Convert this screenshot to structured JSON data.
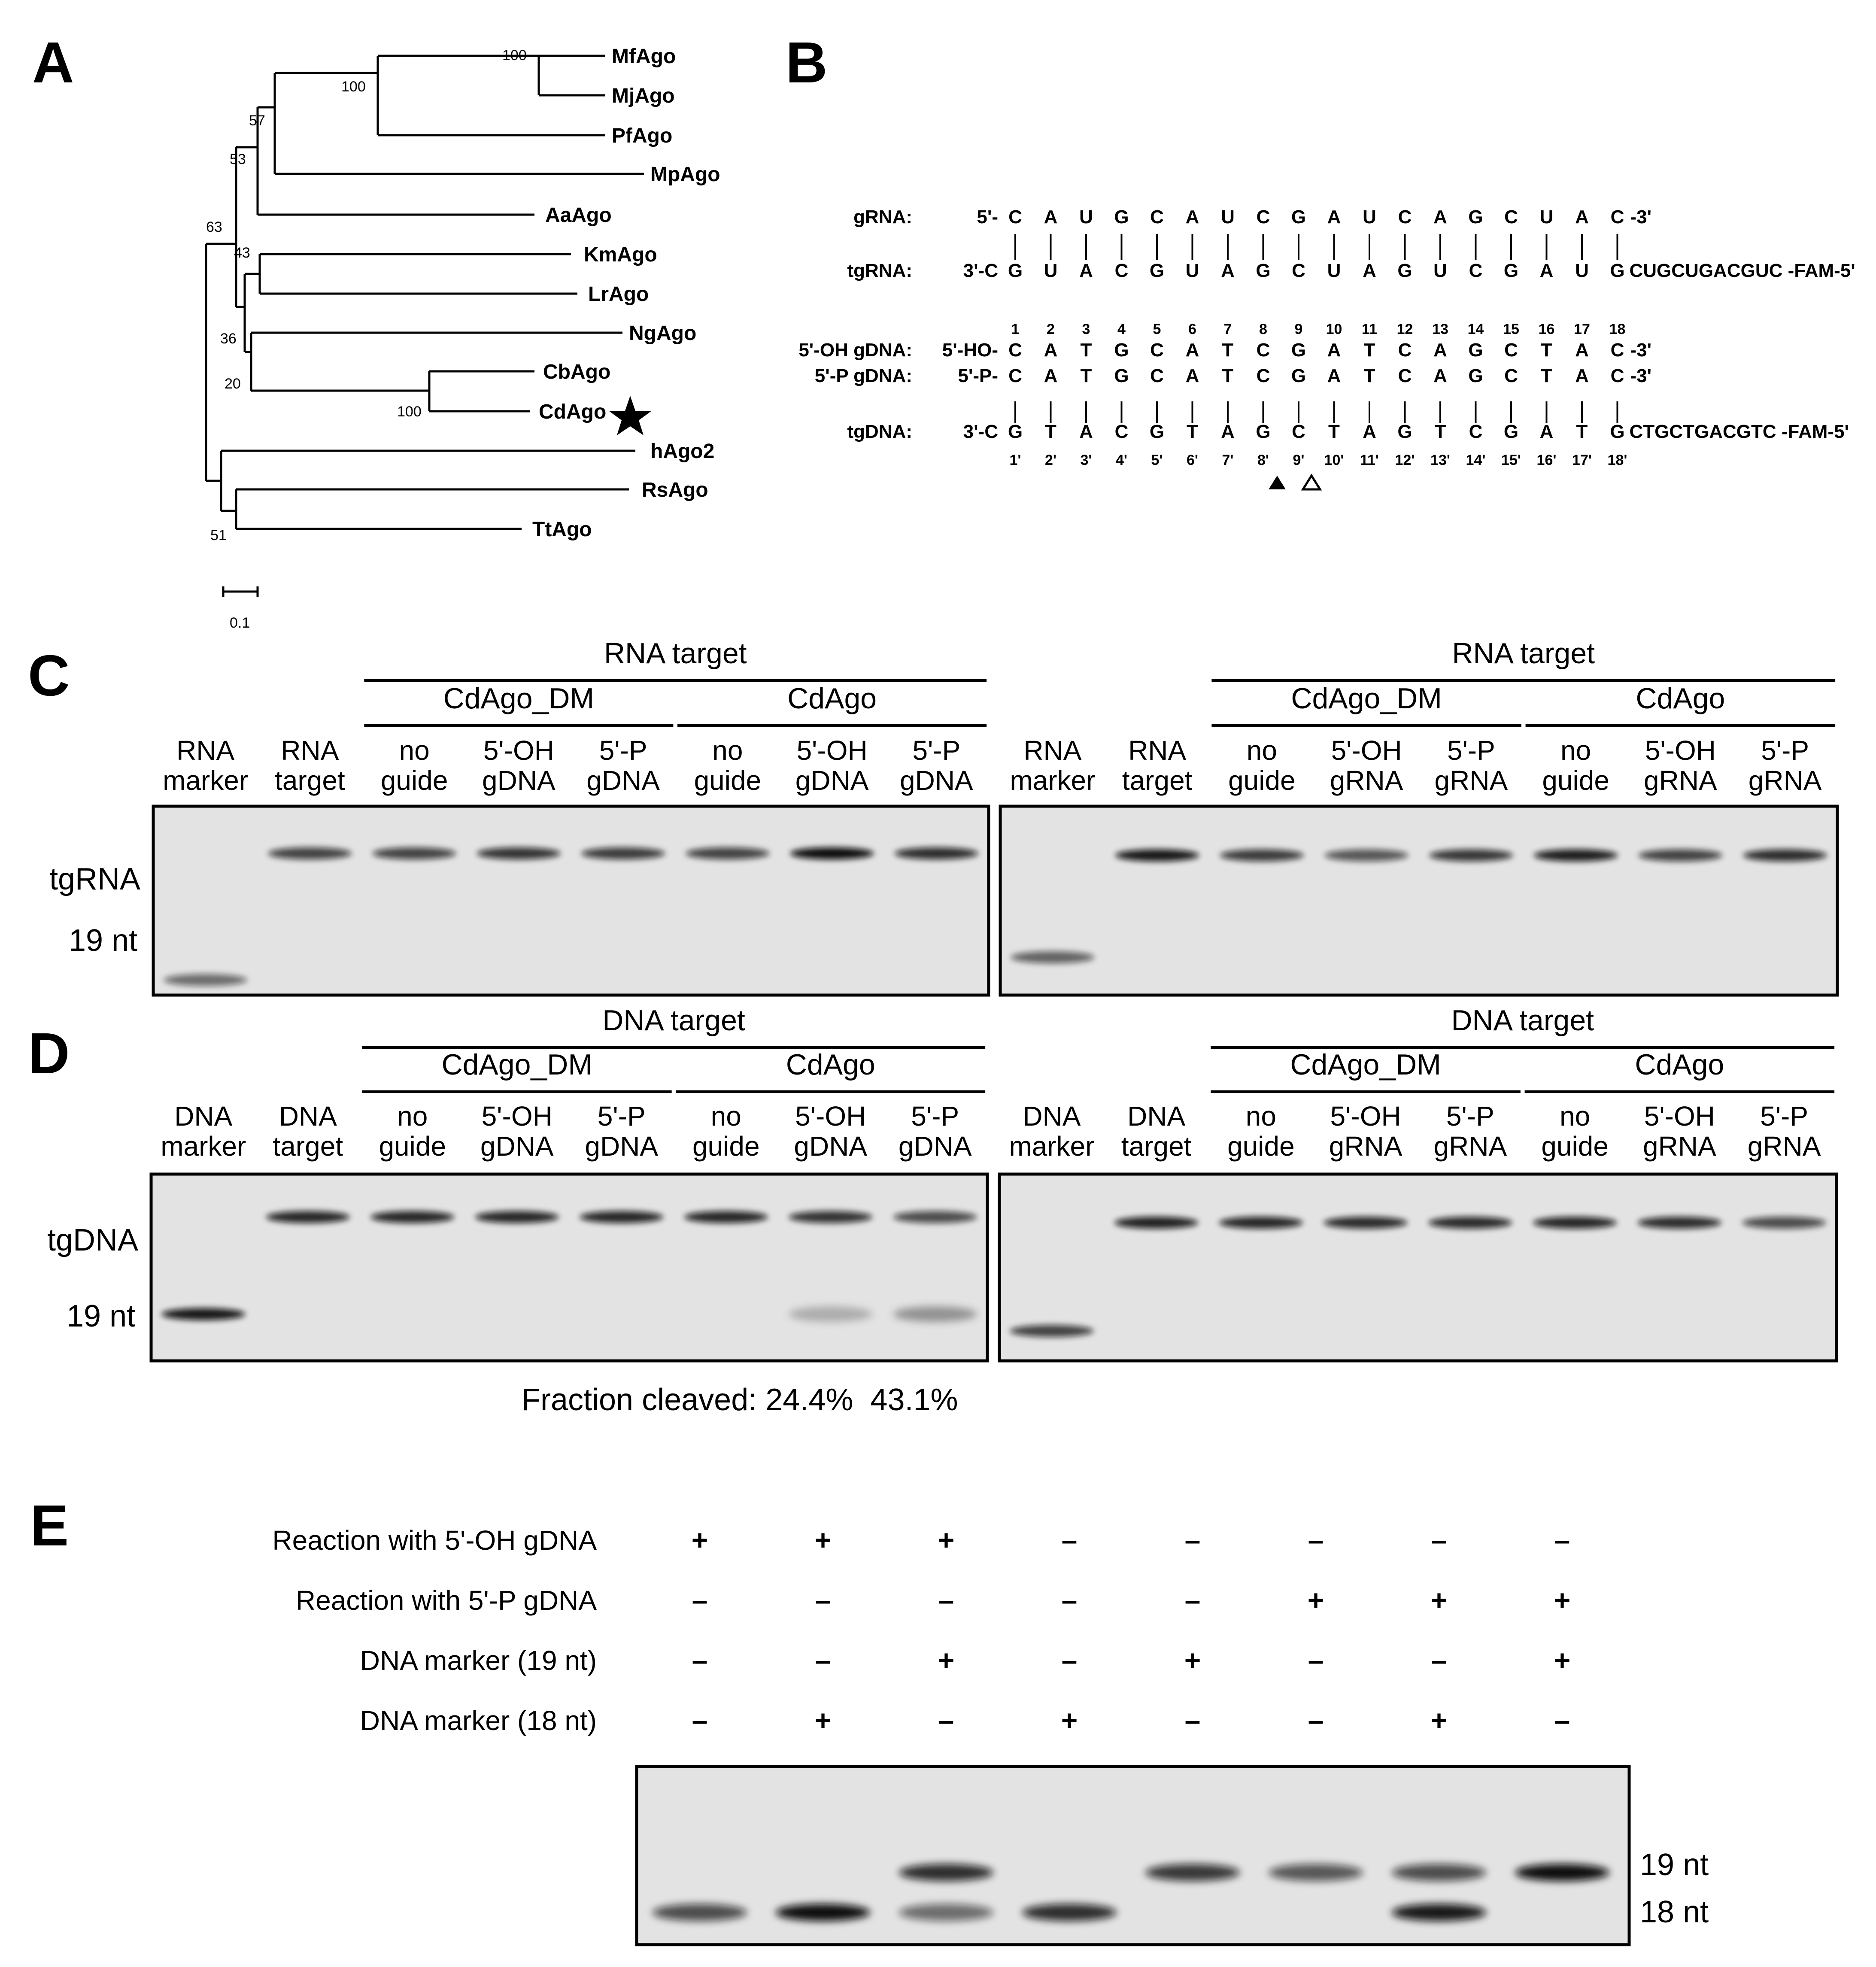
{
  "panels": [
    "A",
    "B",
    "C",
    "D",
    "E"
  ],
  "tree": {
    "leaves": [
      "MfAgo",
      "MjAgo",
      "PfAgo",
      "MpAgo",
      "AaAgo",
      "KmAgo",
      "LrAgo",
      "NgAgo",
      "CbAgo",
      "CdAgo",
      "hAgo2",
      "RsAgo",
      "TtAgo"
    ],
    "bootstraps": [
      "100",
      "100",
      "57",
      "53",
      "63",
      "43",
      "36",
      "20",
      "100",
      "51"
    ],
    "scale": "0.1",
    "marker_leaf": "CdAgo"
  },
  "seqB": {
    "rows": [
      {
        "label": "gRNA:",
        "end5": "5'-",
        "bases": [
          "C",
          "A",
          "U",
          "G",
          "C",
          "A",
          "U",
          "C",
          "G",
          "A",
          "U",
          "C",
          "A",
          "G",
          "C",
          "U",
          "A",
          "C"
        ],
        "end3": "-3'",
        "tail": ""
      },
      {
        "label": "tgRNA:",
        "end5": "3'-C",
        "bases": [
          "G",
          "U",
          "A",
          "C",
          "G",
          "U",
          "A",
          "G",
          "C",
          "U",
          "A",
          "G",
          "U",
          "C",
          "G",
          "A",
          "U",
          "G"
        ],
        "end3": "",
        "tail": "CUGCUGACGUC -FAM-5'"
      },
      {
        "label": "5'-OH gDNA:",
        "end5": "5'-HO-",
        "bases": [
          "C",
          "A",
          "T",
          "G",
          "C",
          "A",
          "T",
          "C",
          "G",
          "A",
          "T",
          "C",
          "A",
          "G",
          "C",
          "T",
          "A",
          "C"
        ],
        "end3": "-3'",
        "tail": ""
      },
      {
        "label": "5'-P gDNA:",
        "end5": "5'-P-",
        "bases": [
          "C",
          "A",
          "T",
          "G",
          "C",
          "A",
          "T",
          "C",
          "G",
          "A",
          "T",
          "C",
          "A",
          "G",
          "C",
          "T",
          "A",
          "C"
        ],
        "end3": "-3'",
        "tail": ""
      },
      {
        "label": "tgDNA:",
        "end5": "3'-C",
        "bases": [
          "G",
          "T",
          "A",
          "C",
          "G",
          "T",
          "A",
          "G",
          "C",
          "T",
          "A",
          "G",
          "T",
          "C",
          "G",
          "A",
          "T",
          "G"
        ],
        "end3": "",
        "tail": "CTGCTGACGTC -FAM-5'"
      }
    ],
    "top_numbers": [
      "1",
      "2",
      "3",
      "4",
      "5",
      "6",
      "7",
      "8",
      "9",
      "10",
      "11",
      "12",
      "13",
      "14",
      "15",
      "16",
      "17",
      "18"
    ],
    "bottom_numbers": [
      "1'",
      "2'",
      "3'",
      "4'",
      "5'",
      "6'",
      "7'",
      "8'",
      "9'",
      "10'",
      "11'",
      "12'",
      "13'",
      "14'",
      "15'",
      "16'",
      "17'",
      "18'"
    ]
  },
  "panelC": {
    "left": {
      "header": "RNA target",
      "group1": "CdAgo_DM",
      "group2": "CdAgo",
      "lanes": [
        [
          "RNA",
          "marker"
        ],
        [
          "RNA",
          "target"
        ],
        [
          "no",
          "guide"
        ],
        [
          "5'-OH",
          "gDNA"
        ],
        [
          "5'-P",
          "gDNA"
        ],
        [
          "no",
          "guide"
        ],
        [
          "5'-OH",
          "gDNA"
        ],
        [
          "5'-P",
          "gDNA"
        ]
      ],
      "side_labels": [
        "tgRNA",
        "19 nt"
      ]
    },
    "right": {
      "header": "RNA target",
      "group1": "CdAgo_DM",
      "group2": "CdAgo",
      "lanes": [
        [
          "RNA",
          "marker"
        ],
        [
          "RNA",
          "target"
        ],
        [
          "no",
          "guide"
        ],
        [
          "5'-OH",
          "gRNA"
        ],
        [
          "5'-P",
          "gRNA"
        ],
        [
          "no",
          "guide"
        ],
        [
          "5'-OH",
          "gRNA"
        ],
        [
          "5'-P",
          "gRNA"
        ]
      ]
    }
  },
  "panelD": {
    "left": {
      "header": "DNA target",
      "group1": "CdAgo_DM",
      "group2": "CdAgo",
      "lanes": [
        [
          "DNA",
          "marker"
        ],
        [
          "DNA",
          "target"
        ],
        [
          "no",
          "guide"
        ],
        [
          "5'-OH",
          "gDNA"
        ],
        [
          "5'-P",
          "gDNA"
        ],
        [
          "no",
          "guide"
        ],
        [
          "5'-OH",
          "gDNA"
        ],
        [
          "5'-P",
          "gDNA"
        ]
      ],
      "side_labels": [
        "tgDNA",
        "19 nt"
      ]
    },
    "right": {
      "header": "DNA target",
      "group1": "CdAgo_DM",
      "group2": "CdAgo",
      "lanes": [
        [
          "DNA",
          "marker"
        ],
        [
          "DNA",
          "target"
        ],
        [
          "no",
          "guide"
        ],
        [
          "5'-OH",
          "gRNA"
        ],
        [
          "5'-P",
          "gRNA"
        ],
        [
          "no",
          "guide"
        ],
        [
          "5'-OH",
          "gRNA"
        ],
        [
          "5'-P",
          "gRNA"
        ]
      ]
    },
    "fraction_text": "Fraction cleaved: 24.4%  43.1%"
  },
  "panelE": {
    "rows": [
      {
        "label": "Reaction with 5'-OH gDNA",
        "signs": [
          "+",
          "+",
          "+",
          "–",
          "–",
          "–",
          "–",
          "–"
        ]
      },
      {
        "label": "Reaction with 5'-P gDNA",
        "signs": [
          "–",
          "–",
          "–",
          "–",
          "–",
          "+",
          "+",
          "+"
        ]
      },
      {
        "label": "DNA marker (19 nt)",
        "signs": [
          "–",
          "–",
          "+",
          "–",
          "+",
          "–",
          "–",
          "+"
        ]
      },
      {
        "label": "DNA marker (18 nt)",
        "signs": [
          "–",
          "+",
          "–",
          "+",
          "–",
          "–",
          "+",
          "–"
        ]
      }
    ],
    "side_labels": [
      "19 nt",
      "18 nt"
    ]
  }
}
